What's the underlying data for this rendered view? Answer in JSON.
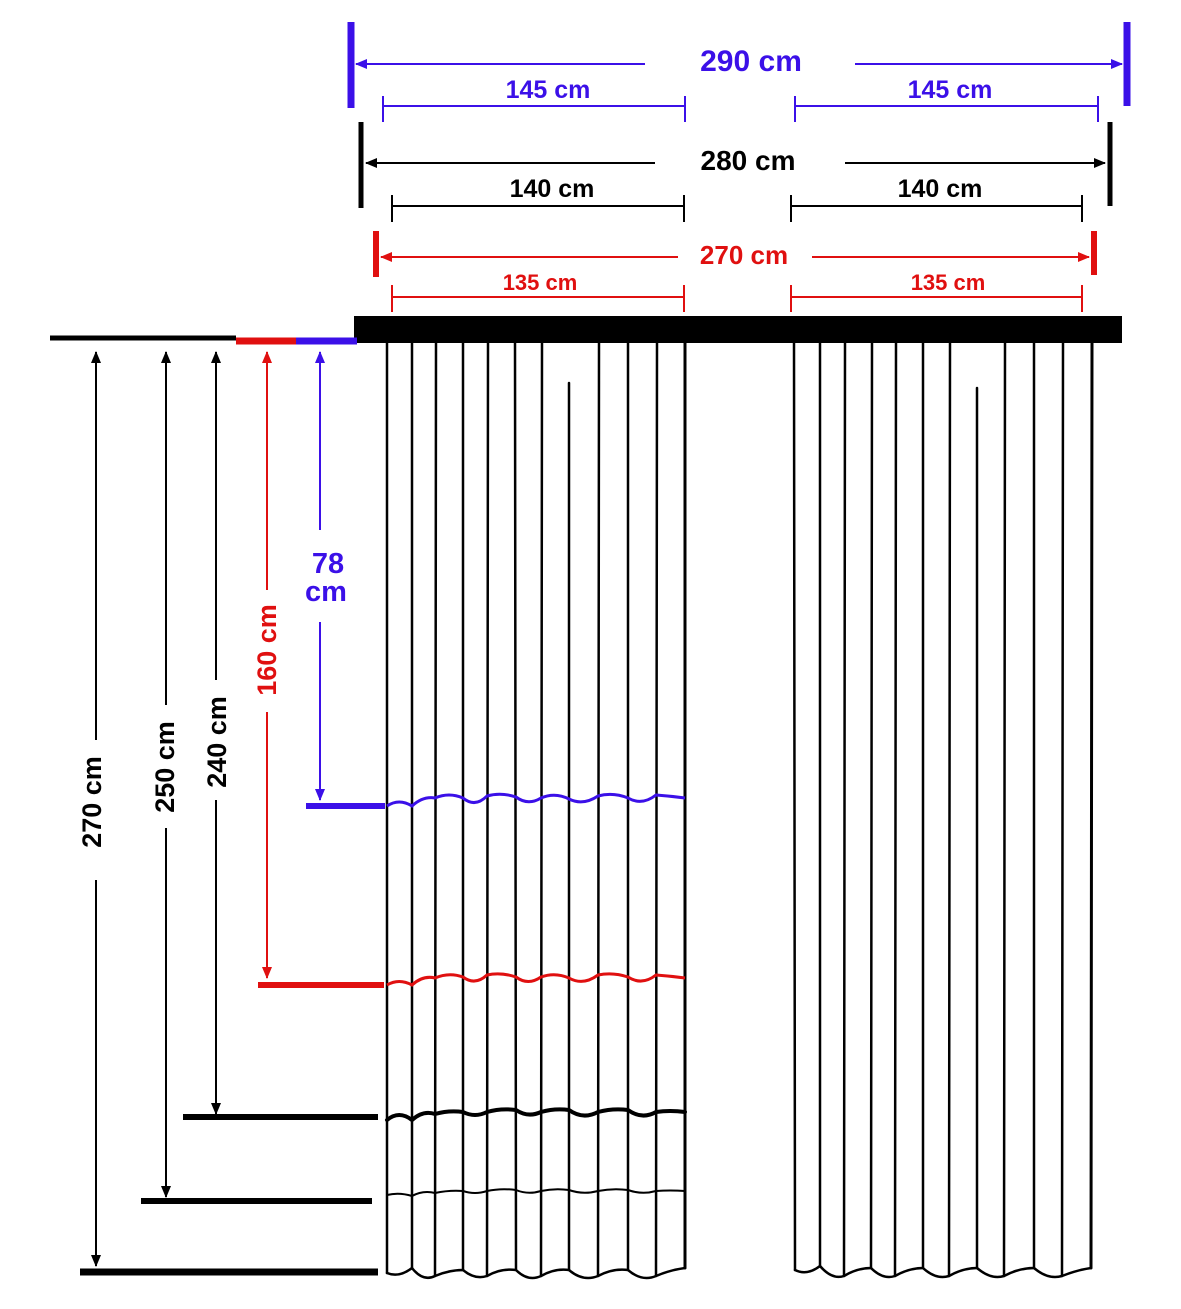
{
  "colors": {
    "blue": "#3b10e8",
    "black": "#000000",
    "red": "#e01010"
  },
  "widths": {
    "blue_total": "290 cm",
    "blue_half_left": "145 cm",
    "blue_half_right": "145 cm",
    "black_total": "280 cm",
    "black_half_left": "140 cm",
    "black_half_right": "140 cm",
    "red_total": "270 cm",
    "red_half_left": "135 cm",
    "red_half_right": "135 cm"
  },
  "heights": {
    "h270": "270 cm",
    "h250": "250 cm",
    "h240": "240 cm",
    "h160": "160 cm",
    "h78_value": "78",
    "h78_unit": "cm"
  }
}
